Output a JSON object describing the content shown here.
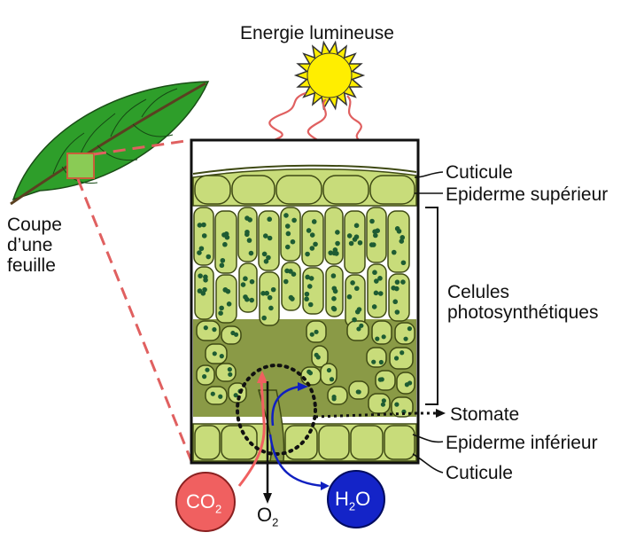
{
  "labels": {
    "energy": "Energie lumineuse",
    "leaf_section": [
      "Coupe",
      "d’une",
      "feuille"
    ],
    "cuticle_top": "Cuticule",
    "upper_epidermis": "Epiderme supérieur",
    "photosynthetic_cells": [
      "Celules",
      "photosynthétiques"
    ],
    "stomate": "Stomate",
    "lower_epidermis": "Epiderme inférieur",
    "cuticle_bottom": "Cuticule"
  },
  "molecules": {
    "co2": {
      "base": "CO",
      "sub": "2"
    },
    "h2o": {
      "base": "H",
      "sub": "2",
      "rest": "O"
    },
    "o2": {
      "base": "O",
      "sub": "2"
    }
  },
  "colors": {
    "leaf": "#2e9e2a",
    "cell_fill": "#c8dc7a",
    "cell_stroke": "#3f4a14",
    "chloroplast": "#1e5c33",
    "air_space": "#8a9a46",
    "sun": "#ffee00",
    "light_rays": "#e06060",
    "zoom_dash": "#e06060",
    "co2": "#f06060",
    "h2o": "#1020c0",
    "o2_arrow": "#111111"
  },
  "icons": [
    "sun-icon",
    "leaf-icon"
  ]
}
